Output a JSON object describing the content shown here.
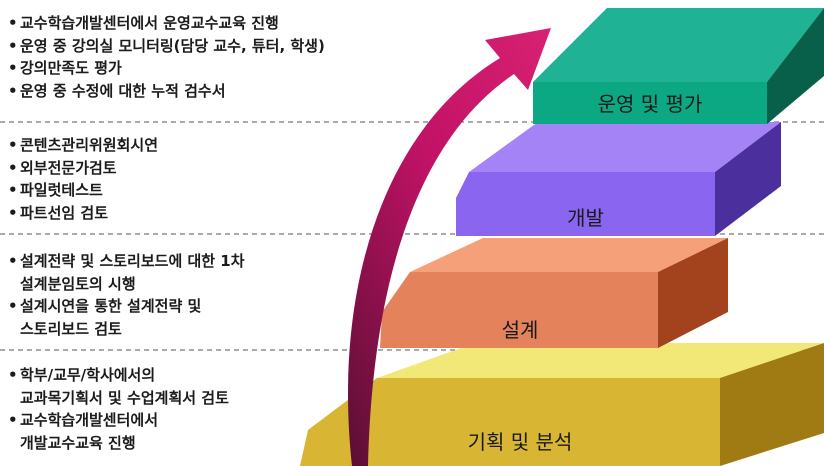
{
  "steps": [
    {
      "label": "운영 및 평가",
      "colors": {
        "top": "#1fb294",
        "front": "#0ba883",
        "side": "#08604a"
      },
      "bullets": [
        "교수학습개발센터에서 운영교수교육 진행",
        "운영 중 강의실 모니터링(담당 교수, 튜터, 학생)",
        "강의만족도 평가",
        "운영 중 수정에 대한 누적 검수서"
      ]
    },
    {
      "label": "개발",
      "colors": {
        "top": "#a483f7",
        "front": "#8a66f0",
        "side": "#4b2f9c"
      },
      "bullets": [
        "콘텐츠관리위원회시연",
        "외부전문가검토",
        "파일럿테스트",
        "파트선임 검토"
      ]
    },
    {
      "label": "설계",
      "colors": {
        "top": "#f6a07a",
        "front": "#e4825c",
        "side": "#a3431e"
      },
      "bullets": [
        "설계전략 및 스토리보드에 대한 1차\n설계분임토의 시행",
        "설계시연을 통한 설계전략 및\n스토리보드 검토"
      ]
    },
    {
      "label": "기획 및 분석",
      "colors": {
        "top": "#f2e877",
        "front": "#d8b634",
        "side": "#a07a12"
      },
      "bullets": [
        "학부/교무/학사에서의\n교과목기획서 및 수업계획서 검토",
        "교수학습개발센터에서\n개발교수교육 진행"
      ]
    }
  ],
  "arrow_color": "#b0105f",
  "divider_color": "#555555"
}
